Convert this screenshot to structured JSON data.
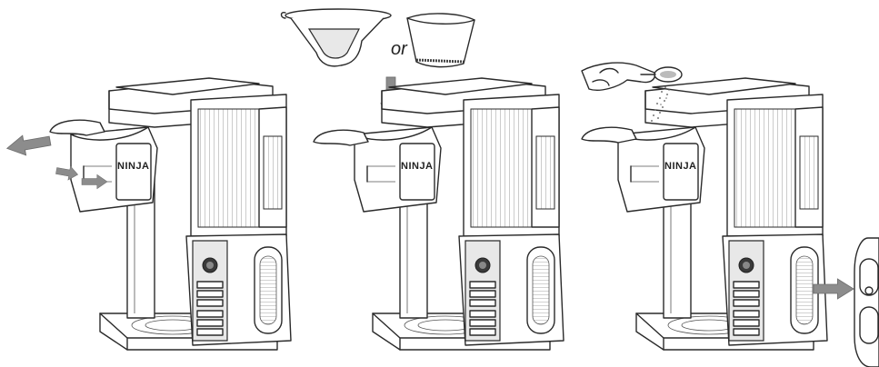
{
  "figure": {
    "brand_label": "NINJA",
    "connector_word": "or",
    "panels": [
      {
        "id": "step-1",
        "brewbasket_brand": "NINJA"
      },
      {
        "id": "step-2",
        "brewbasket_brand": "NINJA"
      },
      {
        "id": "step-3",
        "brewbasket_brand": "NINJA"
      }
    ]
  },
  "colors": {
    "line": "#2a2a2a",
    "arrow": "#8c8c8c",
    "background": "#ffffff"
  }
}
